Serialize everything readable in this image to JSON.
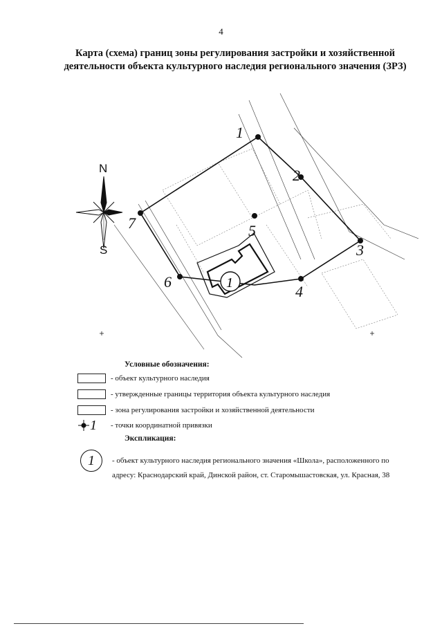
{
  "page": {
    "number": "4"
  },
  "title": {
    "line1": "Карта (схема) границ зоны регулирования застройки и хозяйственной",
    "line2": "деятельности объекта культурного наследия регионального значения (ЗРЗ)"
  },
  "map": {
    "compass": {
      "north": "N",
      "south": "S"
    },
    "points": [
      "1",
      "2",
      "3",
      "4",
      "5",
      "6",
      "7"
    ],
    "object_marker": "1"
  },
  "legend": {
    "heading": "Условные обозначения:",
    "items": [
      {
        "text": "- объект культурного наследия"
      },
      {
        "text": "- утвержденные границы территория объекта культурного наследия"
      },
      {
        "text": "- зона регулирования застройки и хозяйственной деятельности"
      },
      {
        "symbol": "1",
        "text": "- точки координатной привязки"
      }
    ]
  },
  "explication": {
    "heading": "Экспликация:",
    "marker": "1",
    "line1": "- объект культурного наследия регионального значения «Школа», расположенного по",
    "line2": "адресу: Краснодарский край, Динской район, ст. Старомышастовская, ул. Красная, 38"
  }
}
